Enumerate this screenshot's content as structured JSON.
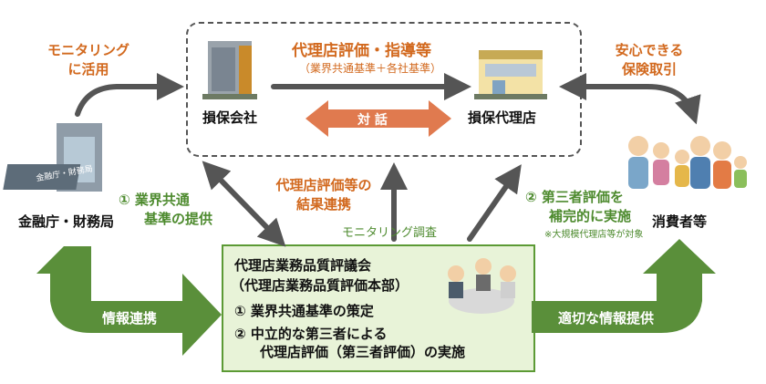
{
  "insurer": {
    "label": "損保会社"
  },
  "agency": {
    "label": "損保代理店"
  },
  "fsa": {
    "label": "金融庁・財務局",
    "building_sign": "金融庁・財務局"
  },
  "consumers": {
    "label": "消費者等"
  },
  "dialogue": {
    "label": "対 話"
  },
  "top": {
    "evaluation_title": "代理店評価・指導等",
    "evaluation_sub": "（業界共通基準＋各社基準）",
    "monitoring_use_line1": "モニタリング",
    "monitoring_use_line2": "に活用",
    "safe_line1": "安心できる",
    "safe_line2": "保険取引"
  },
  "middle": {
    "result_line1": "代理店評価等の",
    "result_line2": "結果連携",
    "provide_line1": "① 業界共通",
    "provide_line2": "基準の提供",
    "monitoring_survey": "モニタリング調査",
    "third_line1": "② 第三者評価を",
    "third_line2": "補完的に実施",
    "third_note": "※大規模代理店等が対象"
  },
  "council": {
    "title": "代理店業務品質評議会",
    "subtitle": "（代理店業務品質評価本部）",
    "item1": "① 業界共通基準の策定",
    "item2_line1": "② 中立的な第三者による",
    "item2_line2": "代理店評価（第三者評価）の実施"
  },
  "bottom": {
    "info_link": "情報連携",
    "proper_info": "適切な情報提供"
  },
  "colors": {
    "orange": "#D2691E",
    "green": "#4E8B2F",
    "arrow_green": "#5A8F3A",
    "box_fill": "#E8F3D8",
    "dialogue_fill": "#E07A4F"
  }
}
